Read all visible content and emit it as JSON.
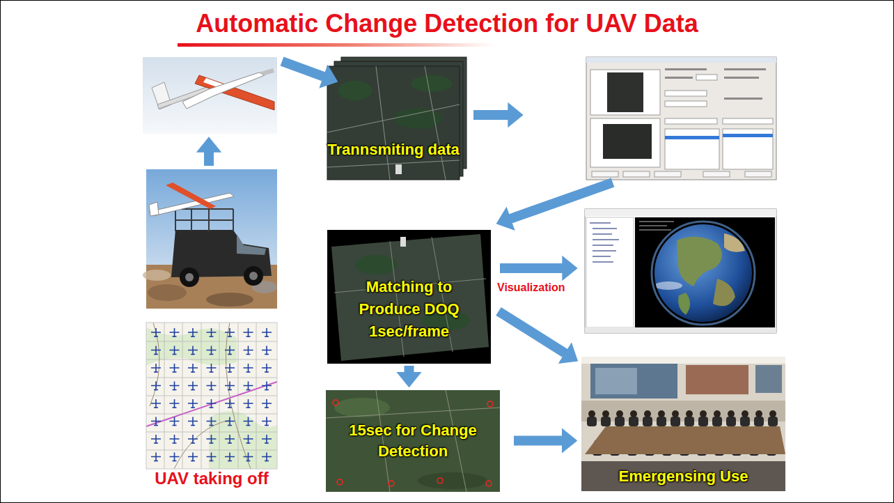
{
  "diagram": {
    "title": "Automatic Change Detection for UAV Data",
    "nodes": [
      {
        "text": [
          "Trannsmiting data"
        ]
      },
      {
        "text": [
          "Matching to Produce DOQ 1sec/frame"
        ]
      },
      {
        "text": [
          "15sec for Change Detection"
        ]
      },
      {
        "text": [
          "Emergensing Use"
        ]
      },
      {
        "text": [
          "UAV taking off"
        ]
      }
    ],
    "edges": [
      {
        "from": 1,
        "to": 2,
        "arrow": "to"
      },
      {
        "from": 2,
        "to": 3,
        "arrow": "to"
      },
      {
        "from": 1,
        "to": 3,
        "arrow": "to"
      }
    ],
    "labels": [
      "Visualization"
    ]
  }
}
